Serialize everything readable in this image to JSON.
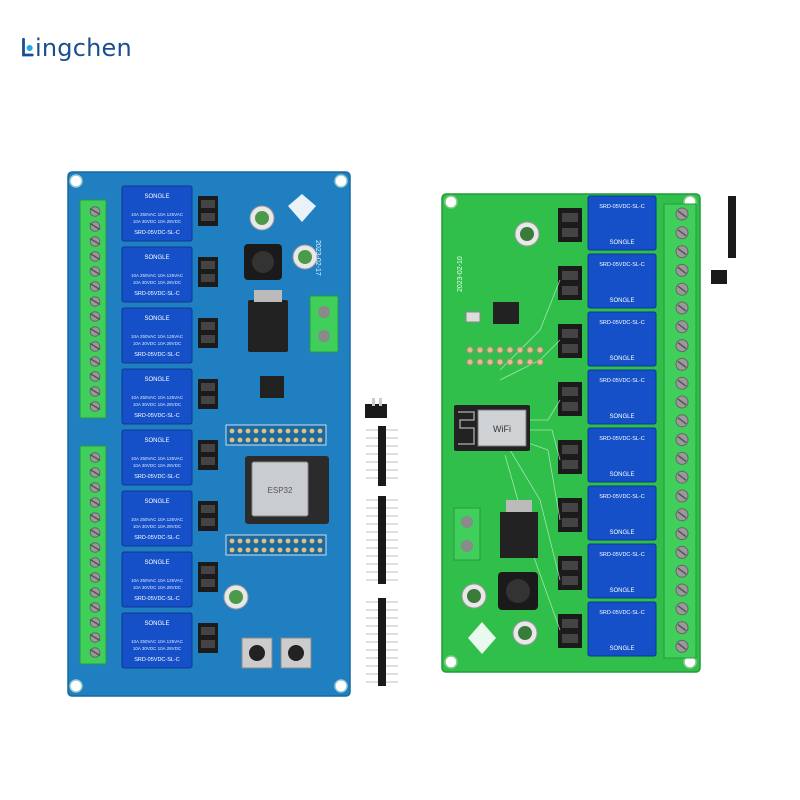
{
  "brand": {
    "logo_text": "ingchen",
    "logo_color": "#1a4f8f"
  },
  "blue_board": {
    "pcb_color": "#1f7fc0",
    "date_code": "2023-02-17",
    "relay_brand": "SONGLE",
    "relay_model": "SRD-05VDC-SL-C",
    "relay_rating_1": "10A 250VAC  10A 125VAC",
    "relay_rating_2": "10A 30VDC  10A 28VDC",
    "relay_count": 8,
    "module_label": "ESP32"
  },
  "green_board": {
    "pcb_color": "#2fbf4a",
    "date_code": "2023-02-10",
    "relay_brand": "SONGLE",
    "relay_model": "SRD-05VDC-SL-C",
    "relay_count": 8,
    "module_label": "WiFi"
  },
  "colors": {
    "terminal_green": "#3fcf5a",
    "relay_blue": "#1550c8",
    "header_black": "#1a1a1a"
  }
}
